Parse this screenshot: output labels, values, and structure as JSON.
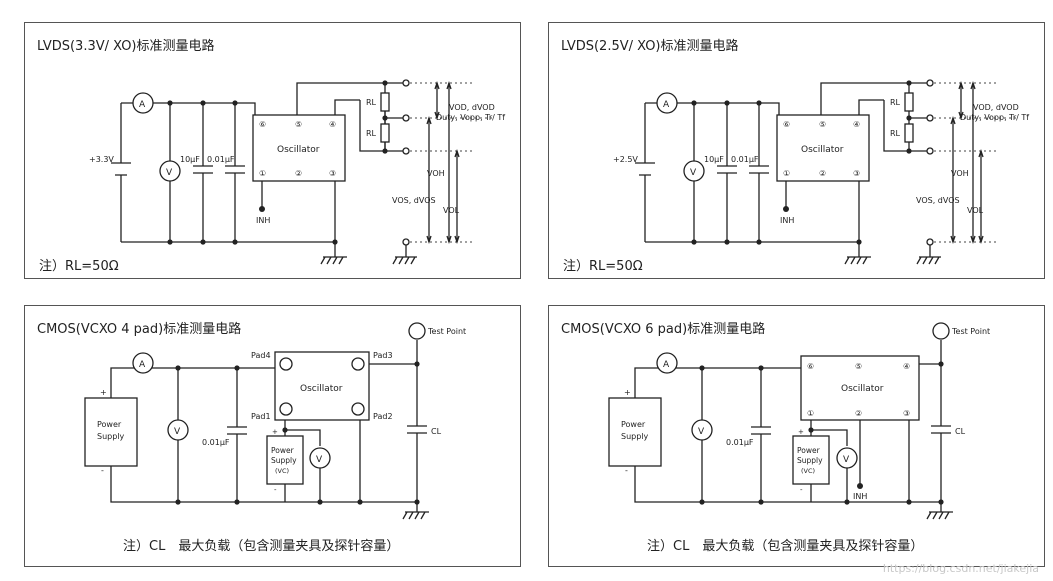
{
  "panels": {
    "lvds33": {
      "title": "LVDS(3.3V/ XO)标准测量电路",
      "note": "注）RL=50Ω",
      "supply": "+3.3V",
      "cap1": "10μF",
      "cap2": "0.01μF",
      "ammeter": "A",
      "voltmeter": "V",
      "osc": "Oscillator",
      "pins": [
        "⑥",
        "⑤",
        "④",
        "①",
        "②",
        "③"
      ],
      "inh": "INH",
      "rl": "RL",
      "vod": "VOD, dVOD",
      "duty": "Duty, Vopp, Tr/ Tf",
      "voh": "VOH",
      "vos": "VOS, dVOS",
      "vol": "VOL"
    },
    "lvds25": {
      "title": "LVDS(2.5V/ XO)标准测量电路",
      "note": "注）RL=50Ω",
      "supply": "+2.5V",
      "cap1": "10μF",
      "cap2": "0.01μF",
      "ammeter": "A",
      "voltmeter": "V",
      "osc": "Oscillator",
      "pins": [
        "⑥",
        "⑤",
        "④",
        "①",
        "②",
        "③"
      ],
      "inh": "INH",
      "rl": "RL",
      "vod": "VOD, dVOD",
      "duty": "Duty, Vopp, Tr/ Tf",
      "voh": "VOH",
      "vos": "VOS, dVOS",
      "vol": "VOL"
    },
    "cmos4": {
      "title": "CMOS(VCXO 4 pad)标准测量电路",
      "note": "注）CL　最大负载（包含测量夹具及探针容量）",
      "test_point": "Test Point",
      "ammeter": "A",
      "voltmeter": "V",
      "psu": [
        "Power",
        "Supply"
      ],
      "psu_small": [
        "Power",
        "Supply",
        "(VC)"
      ],
      "plus": "+",
      "minus": "-",
      "cap": "0.01μF",
      "osc": "Oscillator",
      "pads": [
        "Pad4",
        "Pad3",
        "Pad1",
        "Pad2"
      ],
      "cl": "CL"
    },
    "cmos6": {
      "title": "CMOS(VCXO 6 pad)标准测量电路",
      "note": "注）CL　最大负载（包含测量夹具及探针容量）",
      "test_point": "Test Point",
      "ammeter": "A",
      "voltmeter": "V",
      "psu": [
        "Power",
        "Supply"
      ],
      "psu_small": [
        "Power",
        "Supply",
        "(VC)"
      ],
      "plus": "+",
      "minus": "-",
      "cap": "0.01μF",
      "osc": "Oscillator",
      "pins": [
        "⑥",
        "⑤",
        "④",
        "①",
        "②",
        "③"
      ],
      "inh": "INH",
      "cl": "CL"
    }
  },
  "watermark": "https://blog.csdn.net/jiakejia"
}
